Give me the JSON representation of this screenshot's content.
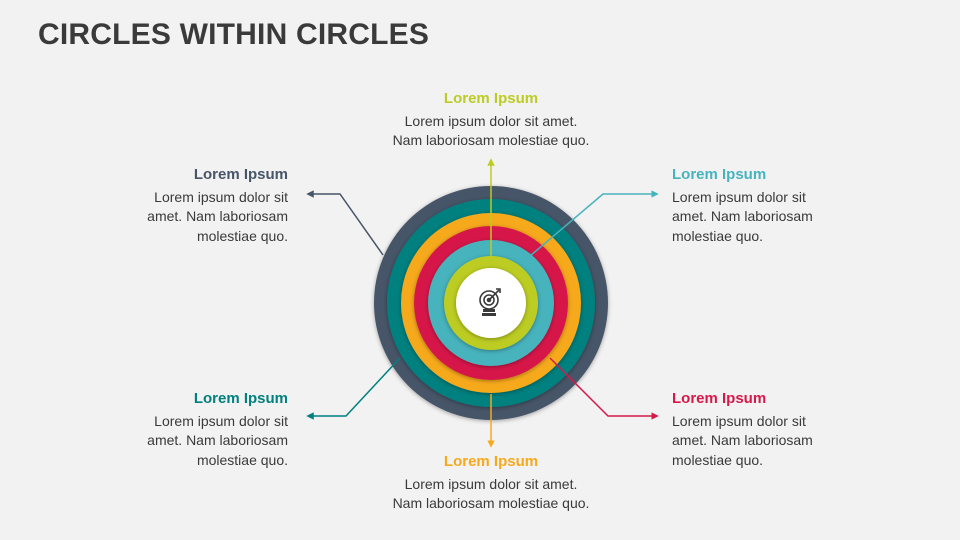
{
  "page": {
    "title": "CIRCLES WITHIN CIRCLES"
  },
  "colors": {
    "background": "#f2f2f2",
    "ring1": "#465568",
    "ring2": "#00807e",
    "ring3": "#f7a91c",
    "ring4": "#d6184a",
    "ring5": "#47b3bd",
    "ring6": "#bccc22",
    "center": "#ffffff"
  },
  "center_icon": "target-with-coins-icon",
  "items": {
    "top": {
      "heading": "Lorem Ipsum",
      "body": "Lorem ipsum dolor sit amet.\nNam laboriosam molestiae quo.",
      "color": "#bccc22"
    },
    "bottom": {
      "heading": "Lorem Ipsum",
      "body": "Lorem ipsum dolor sit amet.\nNam laboriosam molestiae quo.",
      "color": "#f7a91c"
    },
    "top_left": {
      "heading": "Lorem Ipsum",
      "body": "Lorem ipsum dolor sit\namet. Nam laboriosam\nmolestiae quo.",
      "color": "#465568"
    },
    "bottom_left": {
      "heading": "Lorem Ipsum",
      "body": "Lorem ipsum dolor sit\namet. Nam laboriosam\nmolestiae quo.",
      "color": "#00807e"
    },
    "top_right": {
      "heading": "Lorem Ipsum",
      "body": "Lorem ipsum dolor sit\namet. Nam laboriosam\nmolestiae quo.",
      "color": "#47b3bd"
    },
    "bottom_right": {
      "heading": "Lorem Ipsum",
      "body": "Lorem ipsum dolor sit\namet. Nam laboriosam\nmolestiae quo.",
      "color": "#d6184a"
    }
  }
}
